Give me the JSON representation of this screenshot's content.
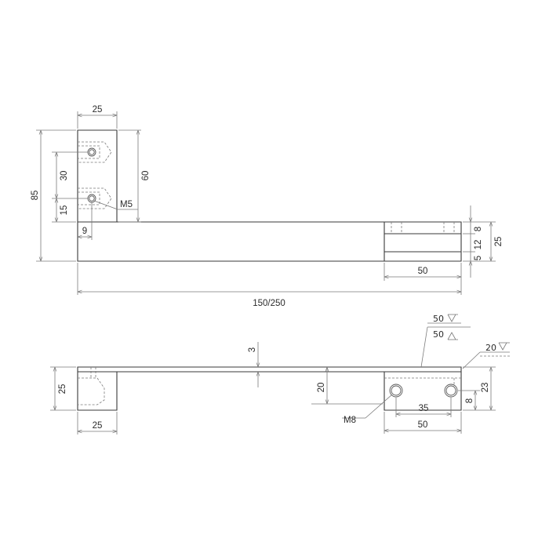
{
  "top_view": {
    "block_width": "25",
    "block_height": "60",
    "overall_height": "85",
    "hole_spacing": "30",
    "hole_offset": "15",
    "thread": "M5",
    "edge_offset": "9",
    "step_top": "8",
    "step_mid": "12",
    "step_bottom": "5",
    "bar_height": "25",
    "end_block_length": "50",
    "overall_length": "150/250"
  },
  "side_view": {
    "bar_thickness": "3",
    "block_height": "20",
    "left_block_width": "25",
    "left_block_height": "25",
    "thread": "M8",
    "hole_spacing": "35",
    "block_length": "50",
    "hole_offset": "8",
    "end_height": "23",
    "finish_a_top": "50",
    "finish_a_bottom": "50",
    "finish_b": "20"
  },
  "symbols": {
    "finish_symbol": "surface-finish-icon"
  }
}
